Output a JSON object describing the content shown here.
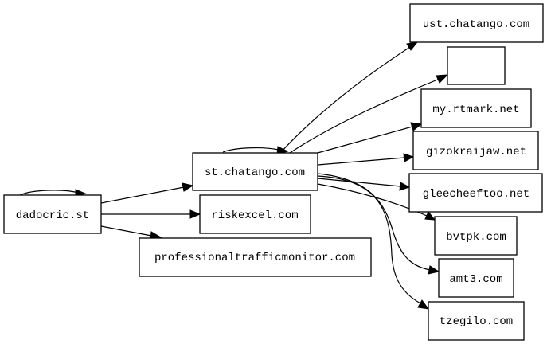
{
  "graph": {
    "nodes": {
      "dadocric": "dadocric.st",
      "st_chatango": "st.chatango.com",
      "riskexcel": "riskexcel.com",
      "professionaltrafficmonitor": "professionaltrafficmonitor.com",
      "ust_chatango": "ust.chatango.com",
      "blank": "",
      "my_rtmark": "my.rtmark.net",
      "gizokraijaw": "gizokraijaw.net",
      "gleecheeftoo": "gleecheeftoo.net",
      "bvtpk": "bvtpk.com",
      "amt3": "amt3.com",
      "tzegilo": "tzegilo.com"
    },
    "edges": [
      {
        "from": "dadocric",
        "to": "dadocric"
      },
      {
        "from": "dadocric",
        "to": "st_chatango"
      },
      {
        "from": "dadocric",
        "to": "riskexcel"
      },
      {
        "from": "dadocric",
        "to": "professionaltrafficmonitor"
      },
      {
        "from": "st_chatango",
        "to": "st_chatango"
      },
      {
        "from": "st_chatango",
        "to": "ust_chatango"
      },
      {
        "from": "st_chatango",
        "to": "blank"
      },
      {
        "from": "st_chatango",
        "to": "my_rtmark"
      },
      {
        "from": "st_chatango",
        "to": "gizokraijaw"
      },
      {
        "from": "st_chatango",
        "to": "gleecheeftoo"
      },
      {
        "from": "st_chatango",
        "to": "bvtpk"
      },
      {
        "from": "st_chatango",
        "to": "amt3"
      },
      {
        "from": "st_chatango",
        "to": "tzegilo"
      }
    ]
  }
}
